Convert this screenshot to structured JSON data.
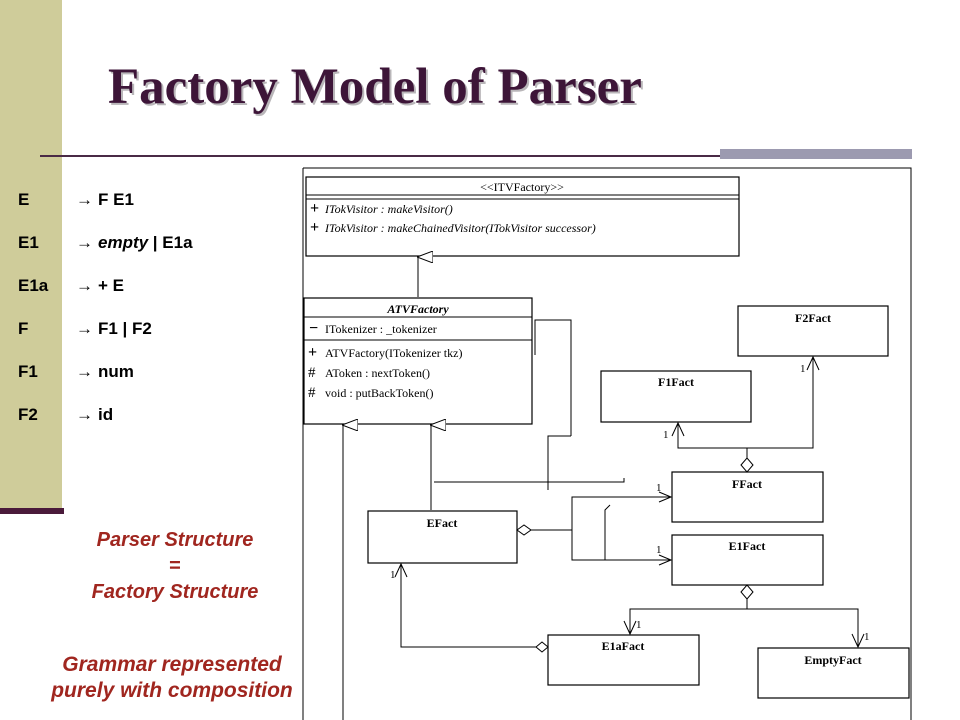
{
  "title": "Factory Model of Parser",
  "grammar": [
    {
      "lhs": "E",
      "arrow": "→",
      "rhs": "F E1",
      "rhs_italic": ""
    },
    {
      "lhs": "E1",
      "arrow": "→",
      "rhs": "",
      "rhs_italic": "empty",
      "rhs_after": " | E1a"
    },
    {
      "lhs": "E1a",
      "arrow": "→",
      "rhs": "+ E",
      "rhs_italic": ""
    },
    {
      "lhs": "F",
      "arrow": "→",
      "rhs": "F1 | F2",
      "rhs_italic": ""
    },
    {
      "lhs": "F1",
      "arrow": "→",
      "rhs": "num",
      "rhs_italic": ""
    },
    {
      "lhs": "F2",
      "arrow": "→",
      "rhs": "id",
      "rhs_italic": ""
    }
  ],
  "captions": {
    "parser_line1": "Parser Structure",
    "parser_line2": "=",
    "parser_line3": "Factory Structure",
    "grammar_line1": "Grammar represented",
    "grammar_line2": "purely with composition"
  },
  "diagram": {
    "itv_factory": {
      "name": "<<ITVFactory>>",
      "op1_vis": "+",
      "op1": "ITokVisitor : makeVisitor()",
      "op2_vis": "+",
      "op2": "ITokVisitor : makeChainedVisitor(ITokVisitor successor)"
    },
    "atv_factory": {
      "name": "ATVFactory",
      "attr_vis": "−",
      "attr": "ITokenizer : _tokenizer",
      "op1_vis": "+",
      "op1": "ATVFactory(ITokenizer tkz)",
      "op2_vis": "#",
      "op2": "AToken : nextToken()",
      "op3_vis": "#",
      "op3": "void : putBackToken()"
    },
    "classes": {
      "f2fact": "F2Fact",
      "f1fact": "F1Fact",
      "ffact": "FFact",
      "efact": "EFact",
      "e1fact": "E1Fact",
      "e1afact": "E1aFact",
      "emptyfact": "EmptyFact"
    },
    "multiplicity": "1"
  }
}
